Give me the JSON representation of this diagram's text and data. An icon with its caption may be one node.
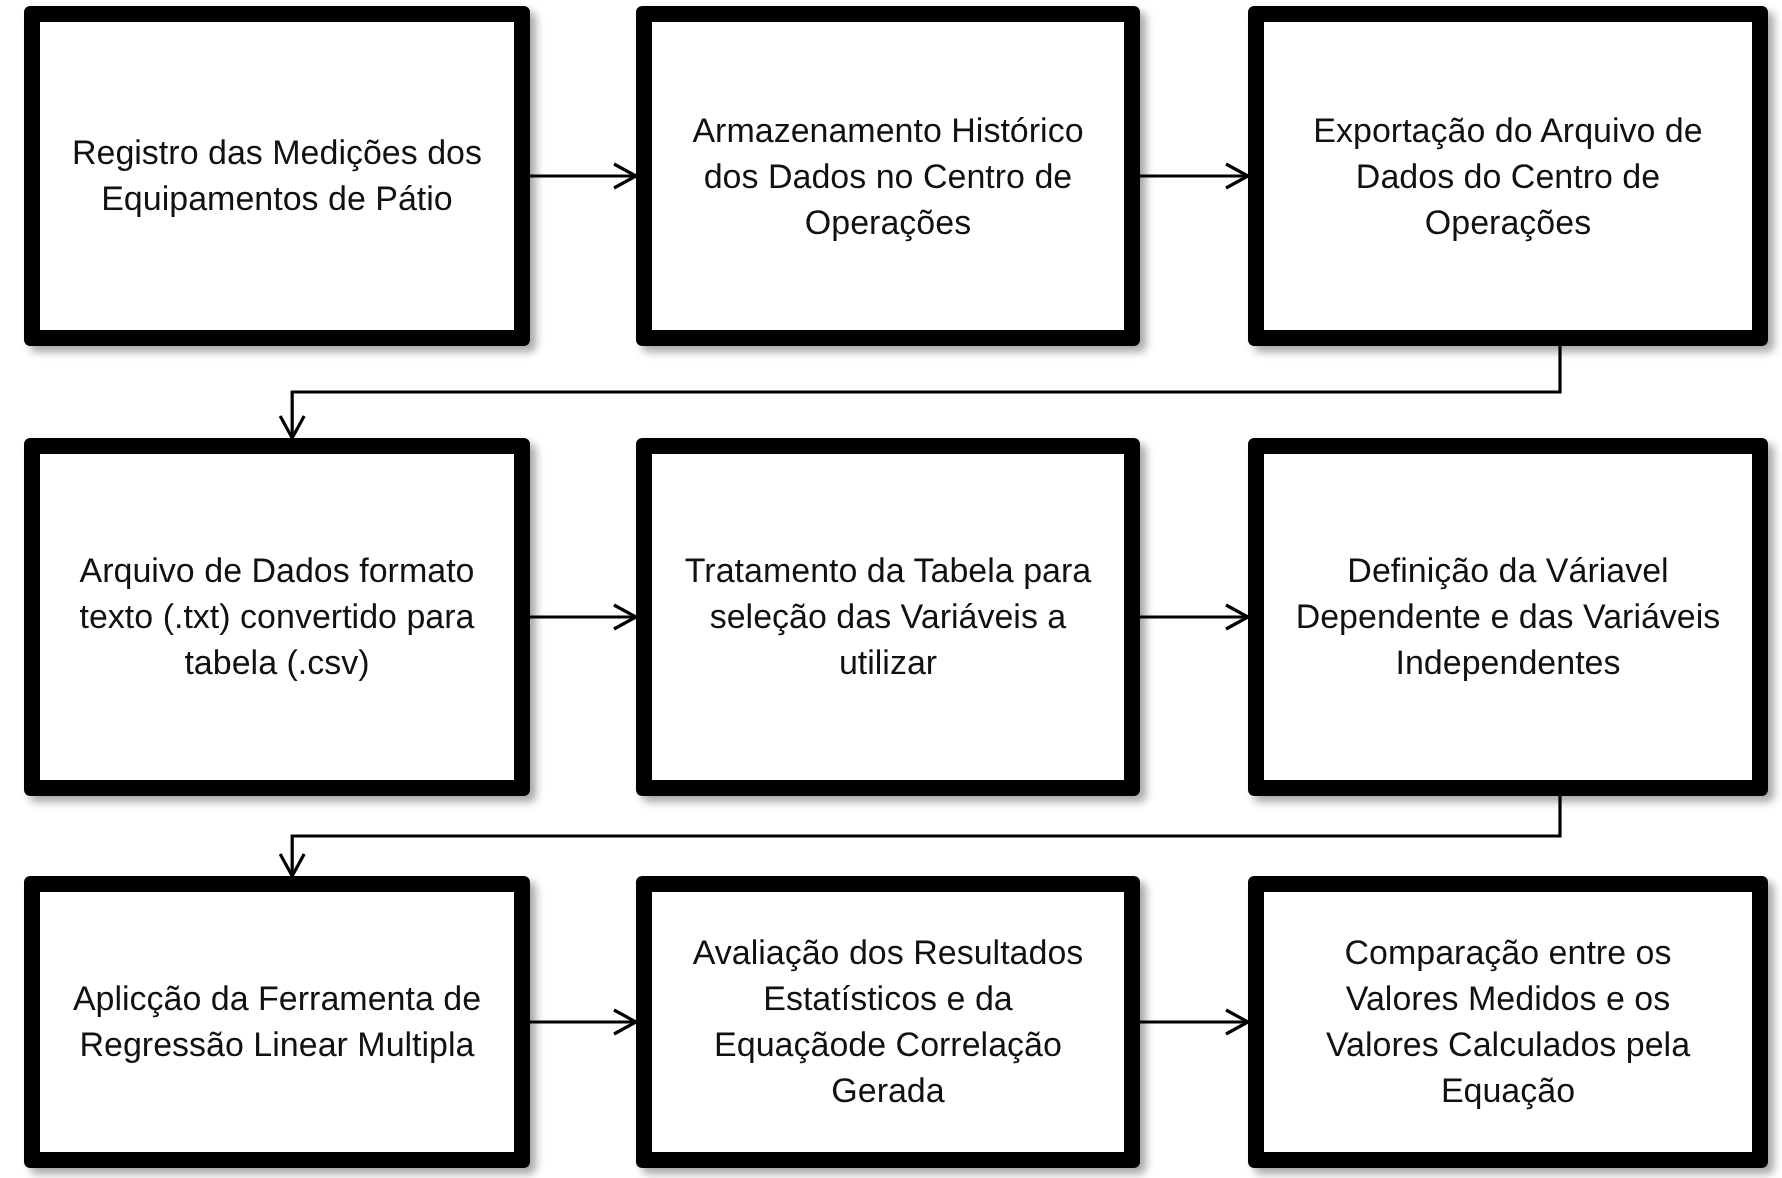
{
  "diagram": {
    "nodes": [
      {
        "text": [
          "Registro das Medições dos Equipamentos de Pátio"
        ]
      },
      {
        "text": [
          "Armazenamento Histórico dos Dados no Centro de Operações"
        ]
      },
      {
        "text": [
          "Exportação do Arquivo de Dados do Centro de Operações"
        ]
      },
      {
        "text": [
          "Arquivo de Dados formato texto (.txt) convertido para tabela (.csv)"
        ]
      },
      {
        "text": [
          "Tratamento da Tabela para seleção das Variáveis a utilizar"
        ]
      },
      {
        "text": [
          "Definição da Váriavel Dependente e das Variáveis Independentes"
        ]
      },
      {
        "text": [
          "Aplicção da Ferramenta de Regressão Linear Multipla"
        ]
      },
      {
        "text": [
          "Avaliação dos Resultados Estatísticos e da Equaçãode Correlação Gerada"
        ]
      },
      {
        "text": [
          "Comparação entre os Valores Medidos e os Valores Calculados pela Equação"
        ]
      }
    ],
    "edges": [
      {
        "from": 0,
        "to": 1,
        "arrow": "to"
      },
      {
        "from": 1,
        "to": 2,
        "arrow": "to"
      },
      {
        "from": 2,
        "to": 3,
        "arrow": "to"
      },
      {
        "from": 3,
        "to": 4,
        "arrow": "to"
      },
      {
        "from": 4,
        "to": 5,
        "arrow": "to"
      },
      {
        "from": 5,
        "to": 6,
        "arrow": "to"
      },
      {
        "from": 6,
        "to": 7,
        "arrow": "to"
      },
      {
        "from": 7,
        "to": 8,
        "arrow": "to"
      }
    ]
  }
}
